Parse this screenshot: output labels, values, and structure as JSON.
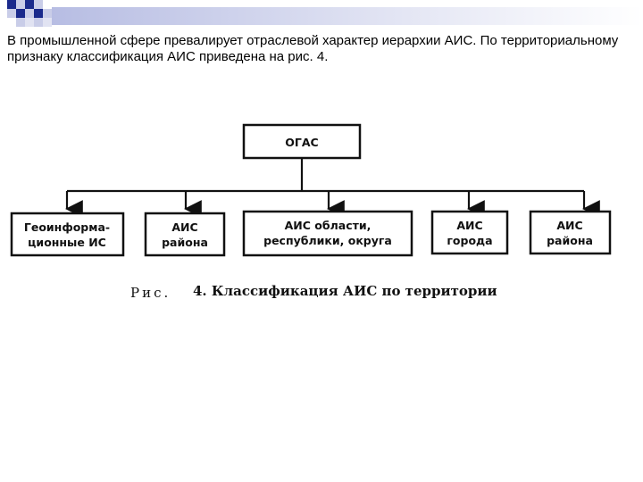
{
  "slide": {
    "intro_text": "В промышленной сфере превалирует отраслевой характер иерархии АИС. По территориальному признаку классификация АИС приведена на рис. 4."
  },
  "diagram": {
    "root": {
      "label": "ОГАС"
    },
    "children": [
      {
        "line1": "Геоинформа-",
        "line2": "ционные ИС"
      },
      {
        "line1": "АИС",
        "line2": "района"
      },
      {
        "line1": "АИС области,",
        "line2": "республики, округа"
      },
      {
        "line1": "АИС",
        "line2": "города"
      },
      {
        "line1": "АИС",
        "line2": "района"
      }
    ],
    "caption_prefix": "Рис.",
    "caption_text": "4. Классификация АИС по территории"
  },
  "colors": {
    "accent": "#1a2a8c",
    "band_light": "#c9cde8"
  }
}
